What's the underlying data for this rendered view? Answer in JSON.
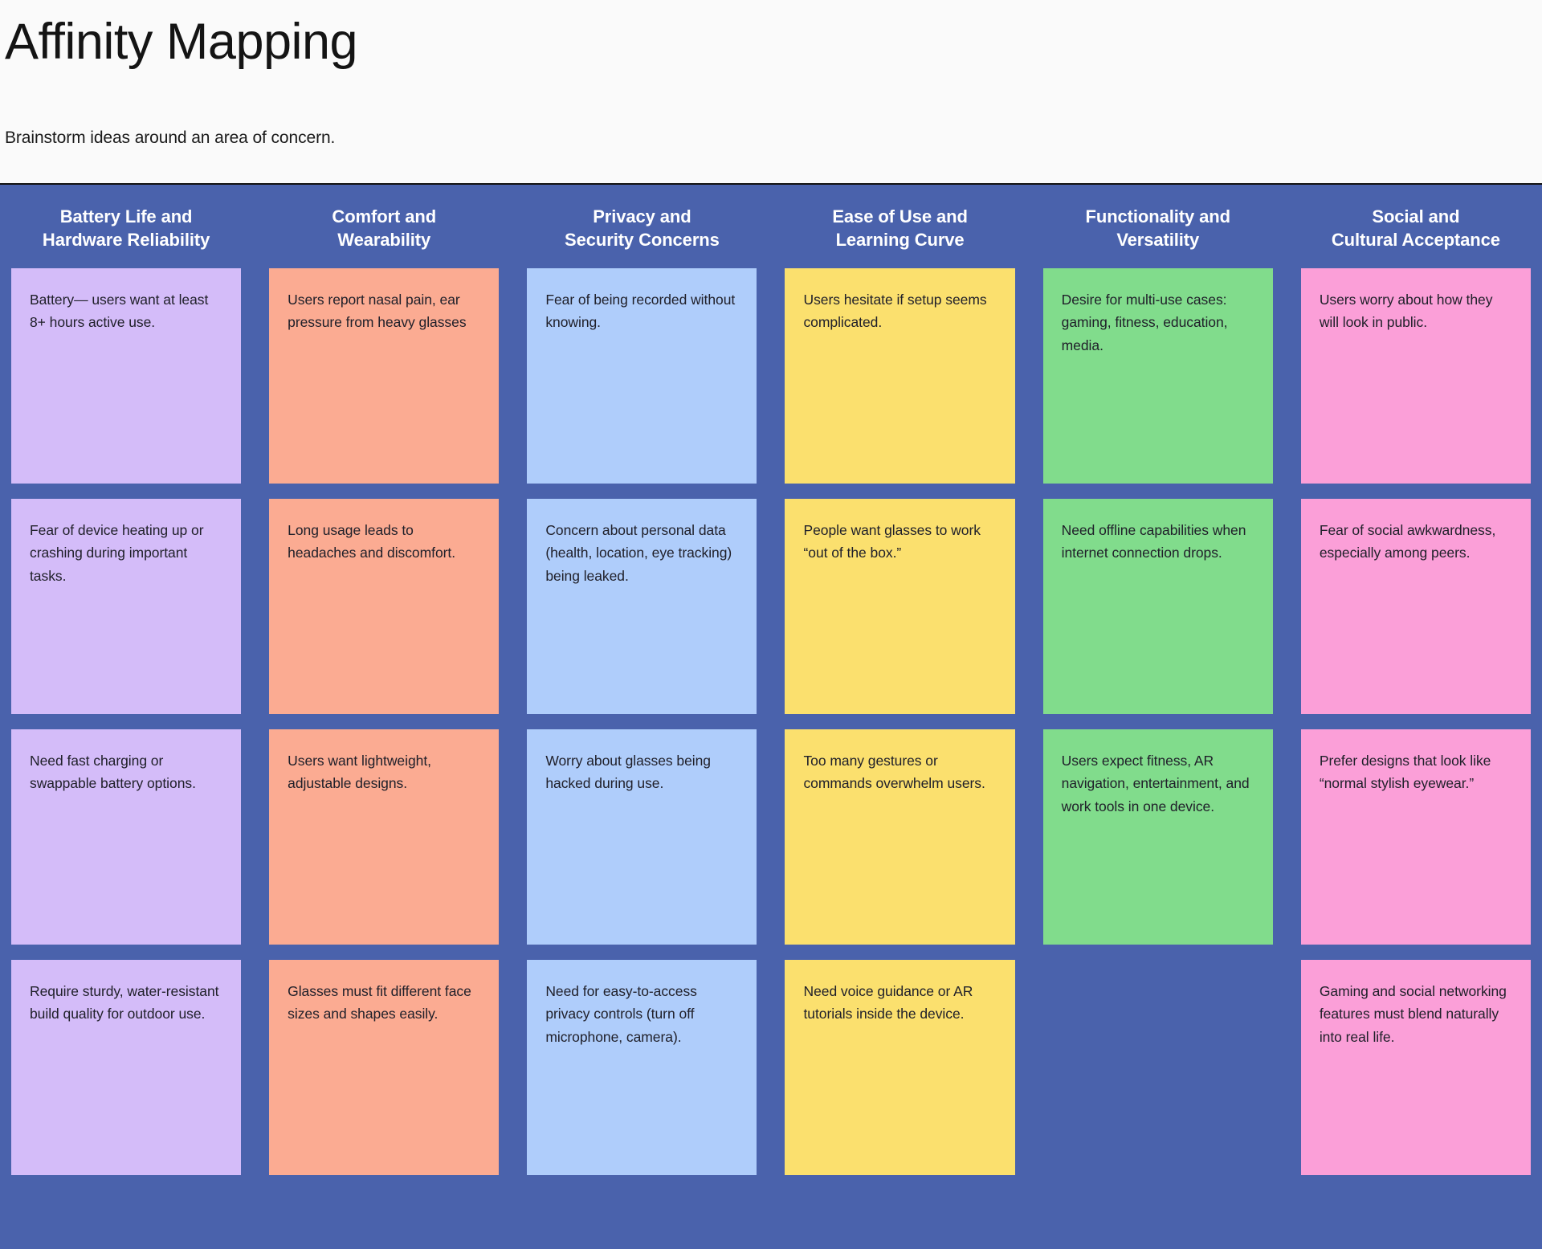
{
  "header": {
    "title": "Affinity Mapping",
    "subtitle": "Brainstorm ideas around an area of concern."
  },
  "board": {
    "background_color": "#4a62ac",
    "columns": [
      {
        "title": "Battery Life and\nHardware Reliability",
        "note_color": "#d4bcf9",
        "notes": [
          "Battery— users want at least 8+ hours active use.",
          "Fear of device heating up or crashing during important tasks.",
          "Need fast charging or swappable battery options.",
          "Require sturdy, water-resistant build quality for outdoor use."
        ]
      },
      {
        "title": "Comfort and\nWearability",
        "note_color": "#fbab92",
        "notes": [
          "Users report nasal pain, ear pressure from heavy glasses",
          "Long usage leads to headaches and discomfort.",
          "Users want lightweight, adjustable designs.",
          "Glasses must fit different face sizes and shapes easily."
        ]
      },
      {
        "title": "Privacy and\nSecurity Concerns",
        "note_color": "#afcdfb",
        "notes": [
          "Fear of being recorded without knowing.",
          "Concern about personal data (health, location, eye tracking) being leaked.",
          "Worry about glasses being hacked during use.",
          "Need for easy-to-access privacy controls (turn off microphone, camera)."
        ]
      },
      {
        "title": "Ease of Use and\nLearning Curve",
        "note_color": "#fbe06e",
        "notes": [
          "Users hesitate if setup seems complicated.",
          "People want glasses to work “out of the box.”",
          "Too many gestures or commands overwhelm users.",
          "Need voice guidance or AR tutorials inside the device."
        ]
      },
      {
        "title": "Functionality and\nVersatility",
        "note_color": "#81dc8c",
        "notes": [
          "Desire for multi-use cases: gaming, fitness, education, media.",
          "Need offline capabilities when internet connection drops.",
          "Users expect fitness, AR navigation, entertainment, and work tools in one device.",
          ""
        ]
      },
      {
        "title": "Social and\nCultural Acceptance",
        "note_color": "#fb9fd8",
        "notes": [
          "Users worry about how they will look in public.",
          "Fear of social awkwardness, especially among peers.",
          "Prefer designs that look like “normal stylish eyewear.”",
          "Gaming and social networking features must blend naturally into real life."
        ]
      }
    ]
  }
}
